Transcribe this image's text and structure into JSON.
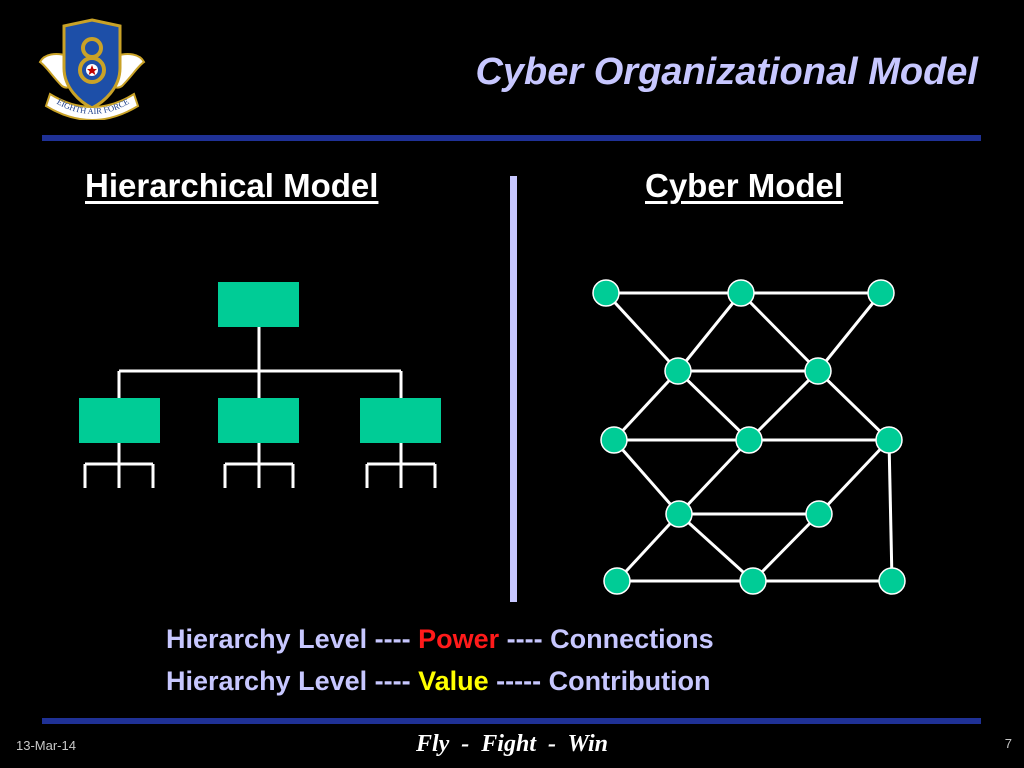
{
  "logo": {
    "text": "EIGHTH AIR FORCE",
    "numeral": "8"
  },
  "title": "Cyber Organizational Model",
  "headings": {
    "left": "Hierarchical Model",
    "right": "Cyber Model"
  },
  "captions": [
    {
      "prefix": "Hierarchy Level ---- ",
      "highlight": "Power",
      "suffix": " ---- Connections"
    },
    {
      "prefix": "Hierarchy Level ---- ",
      "highlight": "Value",
      "suffix": " ----- Contribution"
    }
  ],
  "footer": {
    "date": "13-Mar-14",
    "motto": "Fly  -  Fight  -  Win",
    "page": "7"
  },
  "colors": {
    "background": "#000000",
    "title": "#c7c7ff",
    "rule": "#1f3196",
    "divider": "#c7c7ff",
    "caption": "#c7c7ff",
    "power": "#ff1a1a",
    "value": "#ffff00",
    "node": "#00cc96",
    "line": "#ffffff"
  }
}
